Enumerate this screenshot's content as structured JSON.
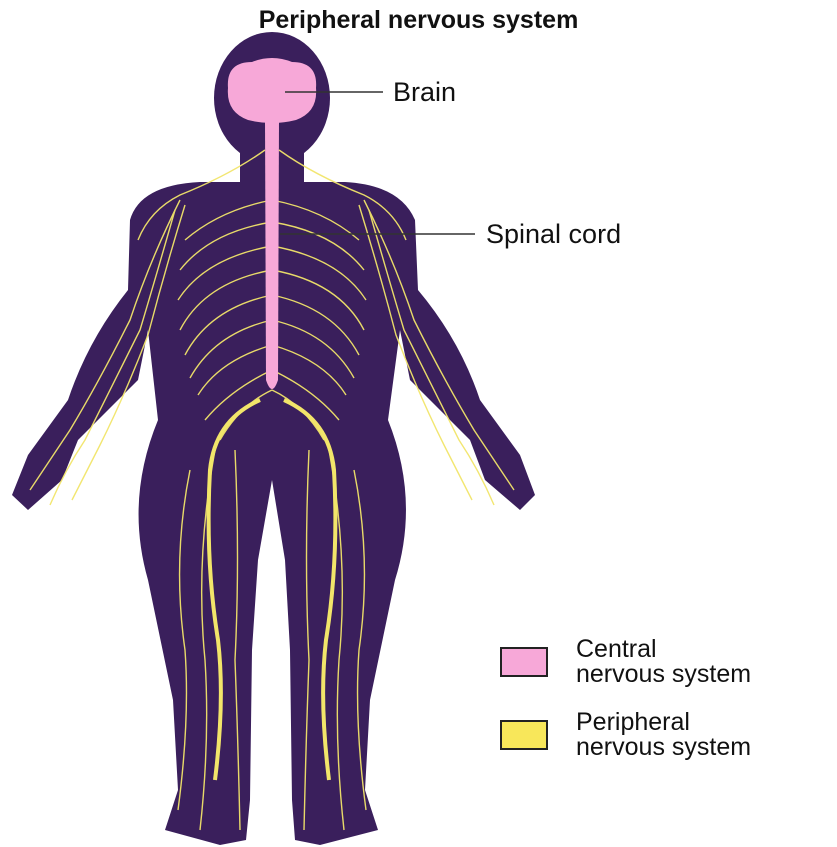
{
  "title": "Peripheral nervous system",
  "labels": {
    "brain": "Brain",
    "spinal_cord": "Spinal cord"
  },
  "legend": [
    {
      "line1": "Central",
      "line2": "nervous system",
      "color": "#f7a8d8"
    },
    {
      "line1": "Peripheral",
      "line2": "nervous system",
      "color": "#f8e75a"
    }
  ],
  "colors": {
    "body": "#3a1f5c",
    "cns": "#f7a8d8",
    "pns": "#f2e56a",
    "pointer": "#333333"
  }
}
